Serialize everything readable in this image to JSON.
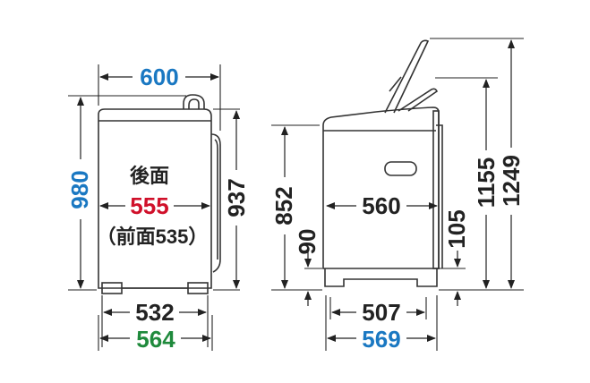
{
  "colors": {
    "line": "#222222",
    "blue": "#1a78c2",
    "red": "#d0102a",
    "green": "#1f8a3c",
    "body_fill": "#ffffff",
    "body_stroke": "#333333"
  },
  "front_view": {
    "width_top": "600",
    "height_left": "980",
    "height_right": "937",
    "back_label": "後面",
    "back_width": "555",
    "front_note": "（前面535）",
    "base_inner": "532",
    "base_outer": "564"
  },
  "side_view": {
    "height_852": "852",
    "depth_560": "560",
    "foot_90": "90",
    "foot_105": "105",
    "lid_1155": "1155",
    "lid_1249": "1249",
    "base_507": "507",
    "base_569": "569"
  }
}
